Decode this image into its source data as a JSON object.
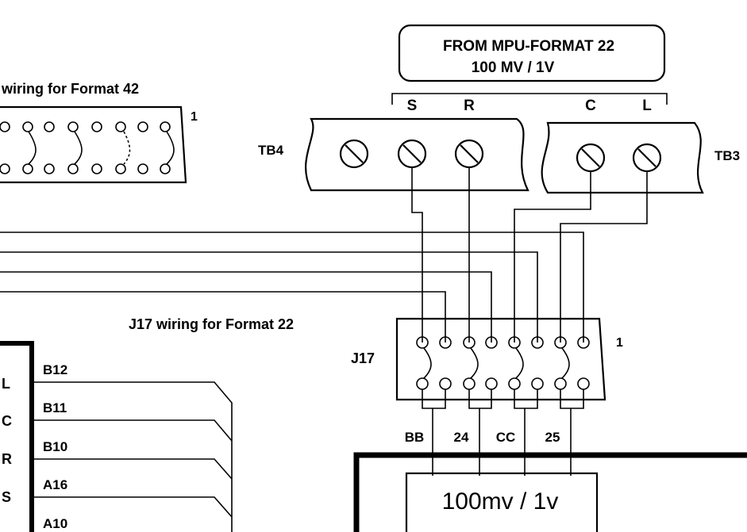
{
  "source_box": {
    "line1": "FROM MPU-FORMAT 22",
    "line2": "100 MV / 1V"
  },
  "terminal_letters": [
    "S",
    "R",
    "C",
    "L"
  ],
  "tb4_label": "TB4",
  "tb3_label": "TB3",
  "format42_label": "wiring for Format 42",
  "format42_pin": "1",
  "format22_label": "J17 wiring for Format 22",
  "j17_label": "J17",
  "j17_pin": "1",
  "bottom_wire_labels": [
    "BB",
    "24",
    "CC",
    "25"
  ],
  "output_box": "100mv / 1v",
  "left_pins": [
    "B12",
    "B11",
    "B10",
    "A16",
    "A10"
  ],
  "left_letters": [
    "L",
    "C",
    "R",
    "S"
  ]
}
